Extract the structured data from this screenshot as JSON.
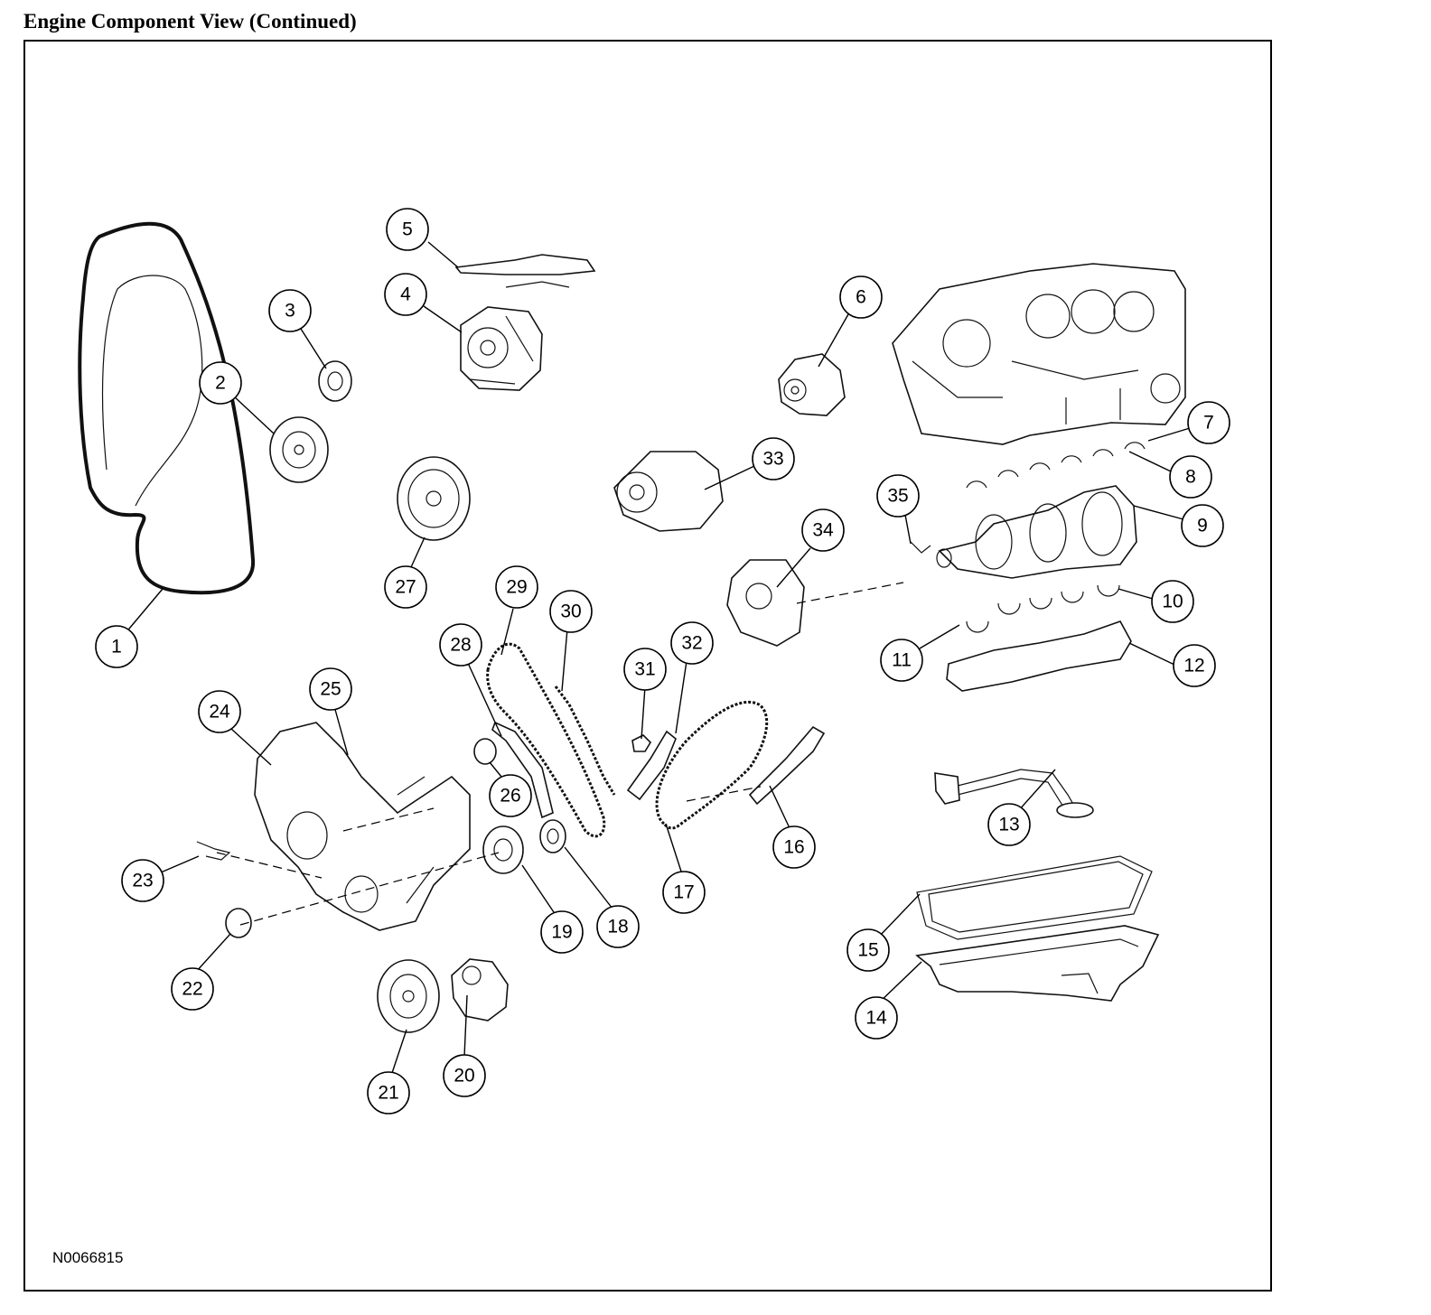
{
  "title": "Engine Component View (Continued)",
  "figure_id": "N0066815",
  "callouts": [
    {
      "label": "1"
    },
    {
      "label": "2"
    },
    {
      "label": "3"
    },
    {
      "label": "4"
    },
    {
      "label": "5"
    },
    {
      "label": "6"
    },
    {
      "label": "7"
    },
    {
      "label": "8"
    },
    {
      "label": "9"
    },
    {
      "label": "10"
    },
    {
      "label": "11"
    },
    {
      "label": "12"
    },
    {
      "label": "13"
    },
    {
      "label": "14"
    },
    {
      "label": "15"
    },
    {
      "label": "16"
    },
    {
      "label": "17"
    },
    {
      "label": "18"
    },
    {
      "label": "19"
    },
    {
      "label": "20"
    },
    {
      "label": "21"
    },
    {
      "label": "22"
    },
    {
      "label": "23"
    },
    {
      "label": "24"
    },
    {
      "label": "25"
    },
    {
      "label": "26"
    },
    {
      "label": "27"
    },
    {
      "label": "28"
    },
    {
      "label": "29"
    },
    {
      "label": "30"
    },
    {
      "label": "31"
    },
    {
      "label": "32"
    },
    {
      "label": "33"
    },
    {
      "label": "34"
    },
    {
      "label": "35"
    }
  ]
}
